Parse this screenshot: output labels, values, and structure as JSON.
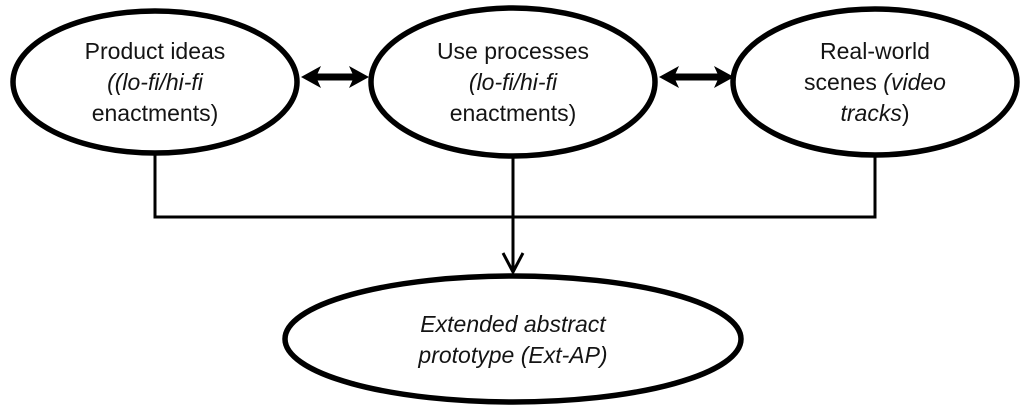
{
  "nodes": {
    "product": {
      "line1": "Product ideas",
      "line2": "((lo-fi/hi-fi",
      "line3": "enactments)"
    },
    "use": {
      "line1": "Use processes",
      "line2": "(lo-fi/hi-fi",
      "line3": "enactments)"
    },
    "scenes": {
      "line1": "Real-world",
      "line2_regular": "scenes ",
      "line2_italic": "(video",
      "line3_italic": "tracks",
      "line3_regular": ")"
    },
    "extap": {
      "line1": "Extended abstract",
      "line2": "prototype (Ext-AP)"
    }
  },
  "edges": [
    {
      "from": "product-ideas",
      "to": "use-processes",
      "type": "bidirectional-arrow"
    },
    {
      "from": "use-processes",
      "to": "real-world-scenes",
      "type": "bidirectional-arrow"
    },
    {
      "from": "product-ideas",
      "to": "extended-abstract-prototype",
      "type": "merge-into-arrow"
    },
    {
      "from": "use-processes",
      "to": "extended-abstract-prototype",
      "type": "merge-into-arrow"
    },
    {
      "from": "real-world-scenes",
      "to": "extended-abstract-prototype",
      "type": "merge-into-arrow"
    }
  ],
  "colors": {
    "stroke": "#000000",
    "text": "#141414",
    "background": "#ffffff"
  }
}
